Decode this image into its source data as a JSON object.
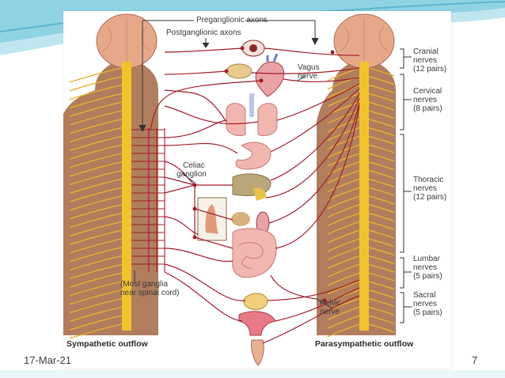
{
  "slide": {
    "date": "17-Mar-21",
    "page_number": "7",
    "accent_color": "#6cc2d8"
  },
  "diagram": {
    "top_labels": {
      "preganglionic": "Preganglionic axons",
      "postganglionic": "Postganglionic axons"
    },
    "inner_labels": {
      "vagus_line1": "Vagus",
      "vagus_line2": "nerve",
      "celiac_line1": "Celiac",
      "celiac_line2": "ganglion",
      "pelvic_line1": "Pelvic",
      "pelvic_line2": "nerve",
      "ganglia_line1": "(Most ganglia",
      "ganglia_line2": "near spinal cord)"
    },
    "nerve_groups": [
      {
        "line1": "Cranial",
        "line2": "nerves",
        "line3": "(12 pairs)"
      },
      {
        "line1": "Cervical",
        "line2": "nerves",
        "line3": "(8 pairs)"
      },
      {
        "line1": "Thoracic",
        "line2": "nerves",
        "line3": "(12 pairs)"
      },
      {
        "line1": "Lumbar",
        "line2": "nerves",
        "line3": "(5 pairs)"
      },
      {
        "line1": "Sacral",
        "line2": "nerves",
        "line3": "(5 pairs)"
      }
    ],
    "captions": {
      "sympathetic": "Sympathetic outflow",
      "parasympathetic": "Parasympathetic outflow"
    },
    "colors": {
      "nerve": "#a21c2a",
      "spinal_cord": "#f2c22c",
      "body": "#b07d5e",
      "brain": "#e7a88a",
      "organ": "#f2b6b0"
    }
  }
}
